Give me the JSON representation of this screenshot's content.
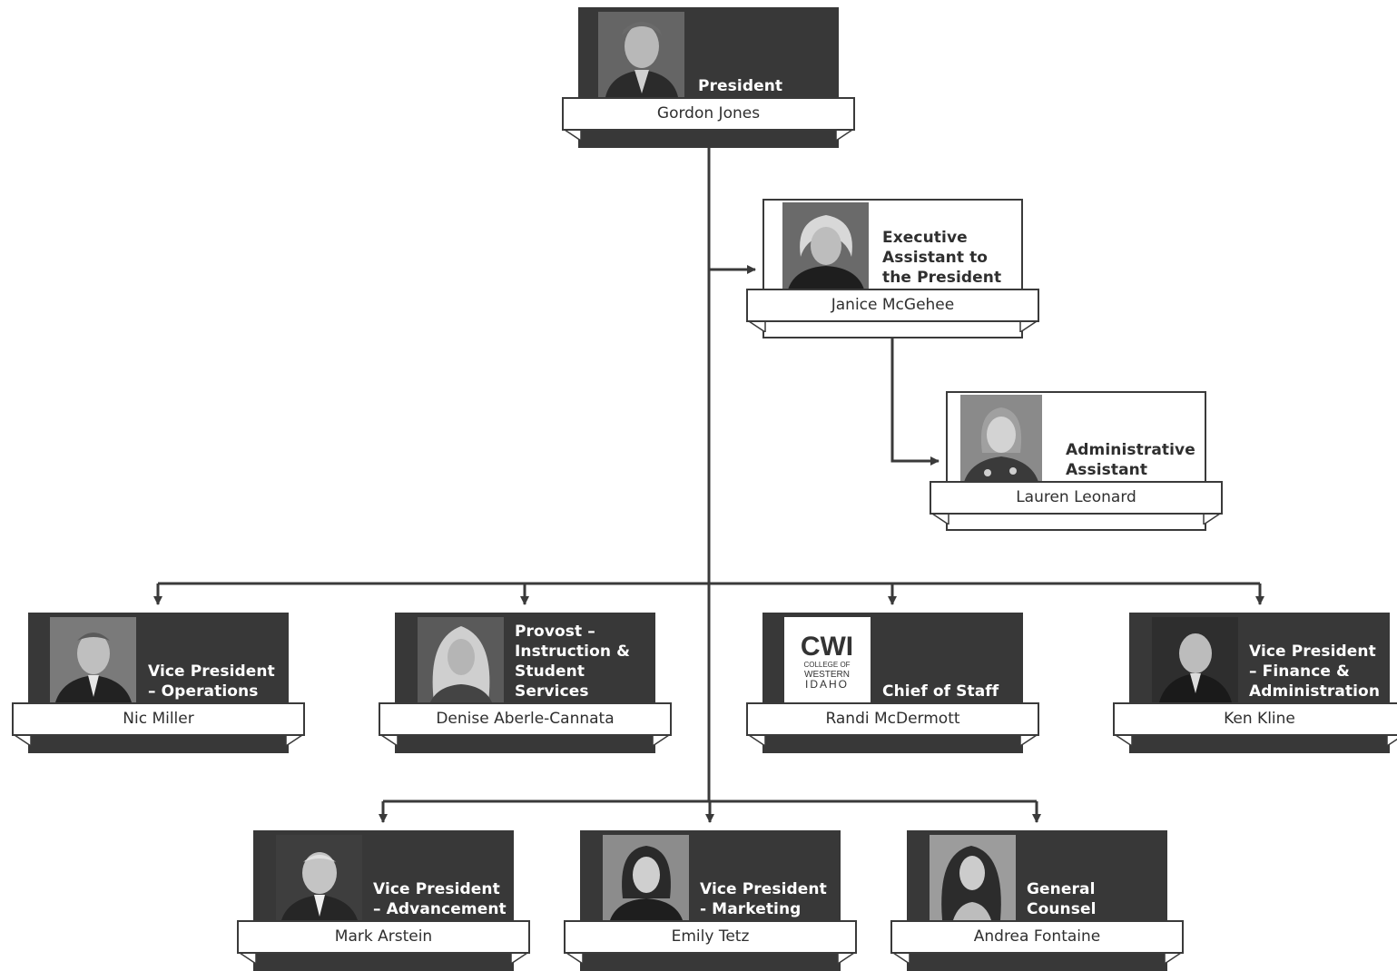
{
  "colors": {
    "card_dark": "#383838",
    "line": "#3a3a3a",
    "ribbon": "#ffffff"
  },
  "people": {
    "president": {
      "title": "President",
      "name": "Gordon Jones"
    },
    "exec_assistant": {
      "title": "Executive Assistant to the President",
      "name": "Janice McGehee"
    },
    "admin_assistant": {
      "title": "Administrative Assistant",
      "name": "Lauren Leonard"
    },
    "vp_operations": {
      "title": "Vice President – Operations",
      "name": "Nic Miller"
    },
    "provost": {
      "title": "Provost – Instruction & Student Services",
      "name": "Denise Aberle-Cannata"
    },
    "chief_of_staff": {
      "title": "Chief of Staff",
      "name": "Randi McDermott",
      "logo": {
        "line1": "CWI",
        "line2": "COLLEGE OF",
        "line3": "WESTERN",
        "line4": "IDAHO"
      }
    },
    "vp_finance": {
      "title": "Vice President – Finance & Administration",
      "name": "Ken Kline"
    },
    "vp_advancement": {
      "title": "Vice President – Advancement",
      "name": "Mark Arstein"
    },
    "vp_marketing": {
      "title": "Vice President - Marketing",
      "name": "Emily Tetz"
    },
    "general_counsel": {
      "title": "General Counsel",
      "name": "Andrea Fontaine"
    }
  }
}
